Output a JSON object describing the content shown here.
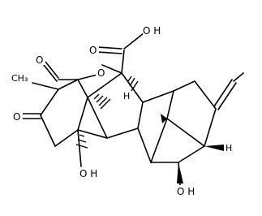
{
  "labels": {
    "acid_oh": "O H",
    "lactone_o": "O",
    "lactone_o2": "O",
    "ketone_o": "O",
    "methyl": "CH₃",
    "oh_bottom_left": "O H",
    "oh_bottom_right": "O H",
    "h_center": "H",
    "h_right": "H"
  }
}
